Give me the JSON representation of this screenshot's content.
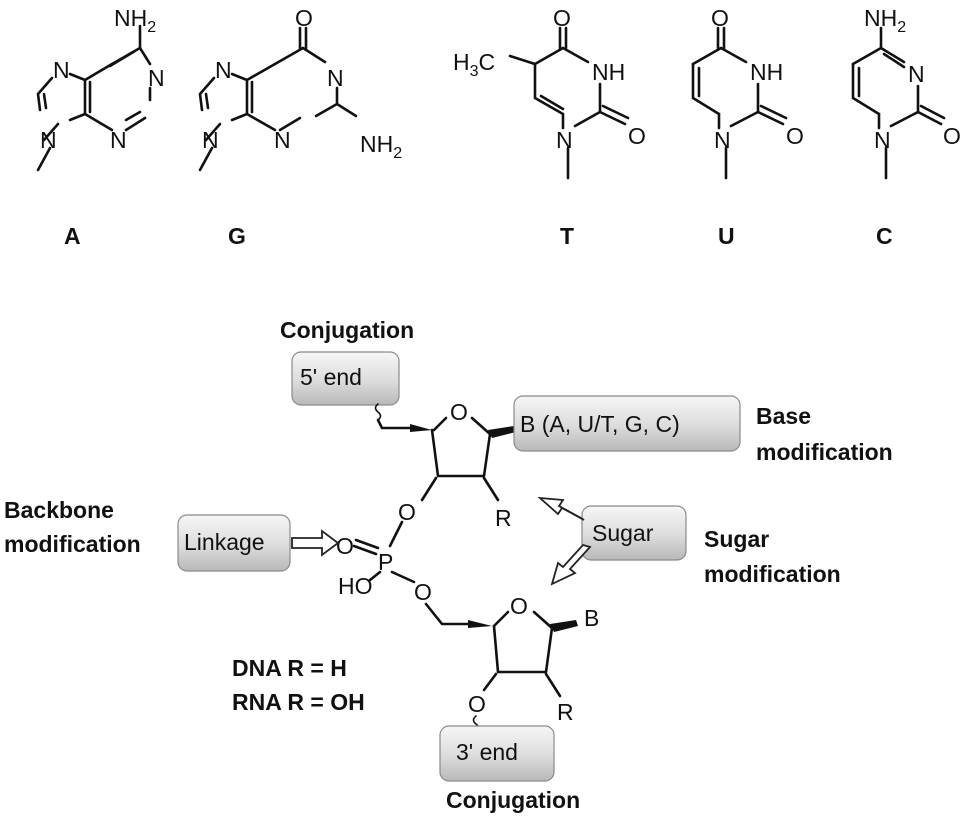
{
  "bases": [
    {
      "id": "A",
      "label": "A",
      "atoms": {
        "nh2": "NH",
        "n1": "N",
        "n3": "N",
        "n7": "N",
        "n9": "N"
      }
    },
    {
      "id": "G",
      "label": "G",
      "atoms": {
        "o": "O",
        "n1": "N",
        "n3": "N",
        "n7": "N",
        "n9": "N",
        "nh2": "NH"
      }
    },
    {
      "id": "T",
      "label": "T",
      "atoms": {
        "ch3": "H",
        "c": "C",
        "o4": "O",
        "nh": "NH",
        "o2": "O",
        "n1": "N"
      }
    },
    {
      "id": "U",
      "label": "U",
      "atoms": {
        "o4": "O",
        "nh": "NH",
        "o2": "O",
        "n1": "N"
      }
    },
    {
      "id": "C",
      "label": "C",
      "atoms": {
        "nh2": "NH",
        "n3": "N",
        "o2": "O",
        "n1": "N"
      }
    }
  ],
  "subscripts": {
    "two": "2",
    "three": "3"
  },
  "scheme": {
    "conjugation_top": "Conjugation",
    "conjugation_bottom": "Conjugation",
    "five_end": "5' end",
    "three_end": "3' end",
    "base_box": "B (A, U/T, G, C)",
    "base_mod_line1": "Base",
    "base_mod_line2": "modification",
    "backbone_line1": "Backbone",
    "backbone_line2": "modification",
    "linkage": "Linkage",
    "sugar": "Sugar",
    "sugar_mod_line1": "Sugar",
    "sugar_mod_line2": "modification",
    "dna_note": "DNA R = H",
    "rna_note": "RNA R = OH",
    "atom_o": "O",
    "atom_p": "P",
    "atom_ho": "HO",
    "atom_r": "R",
    "atom_b": "B"
  },
  "colors": {
    "ink": "#111111",
    "box_light": "#f4f4f4",
    "box_dark": "#bdbdbd"
  }
}
